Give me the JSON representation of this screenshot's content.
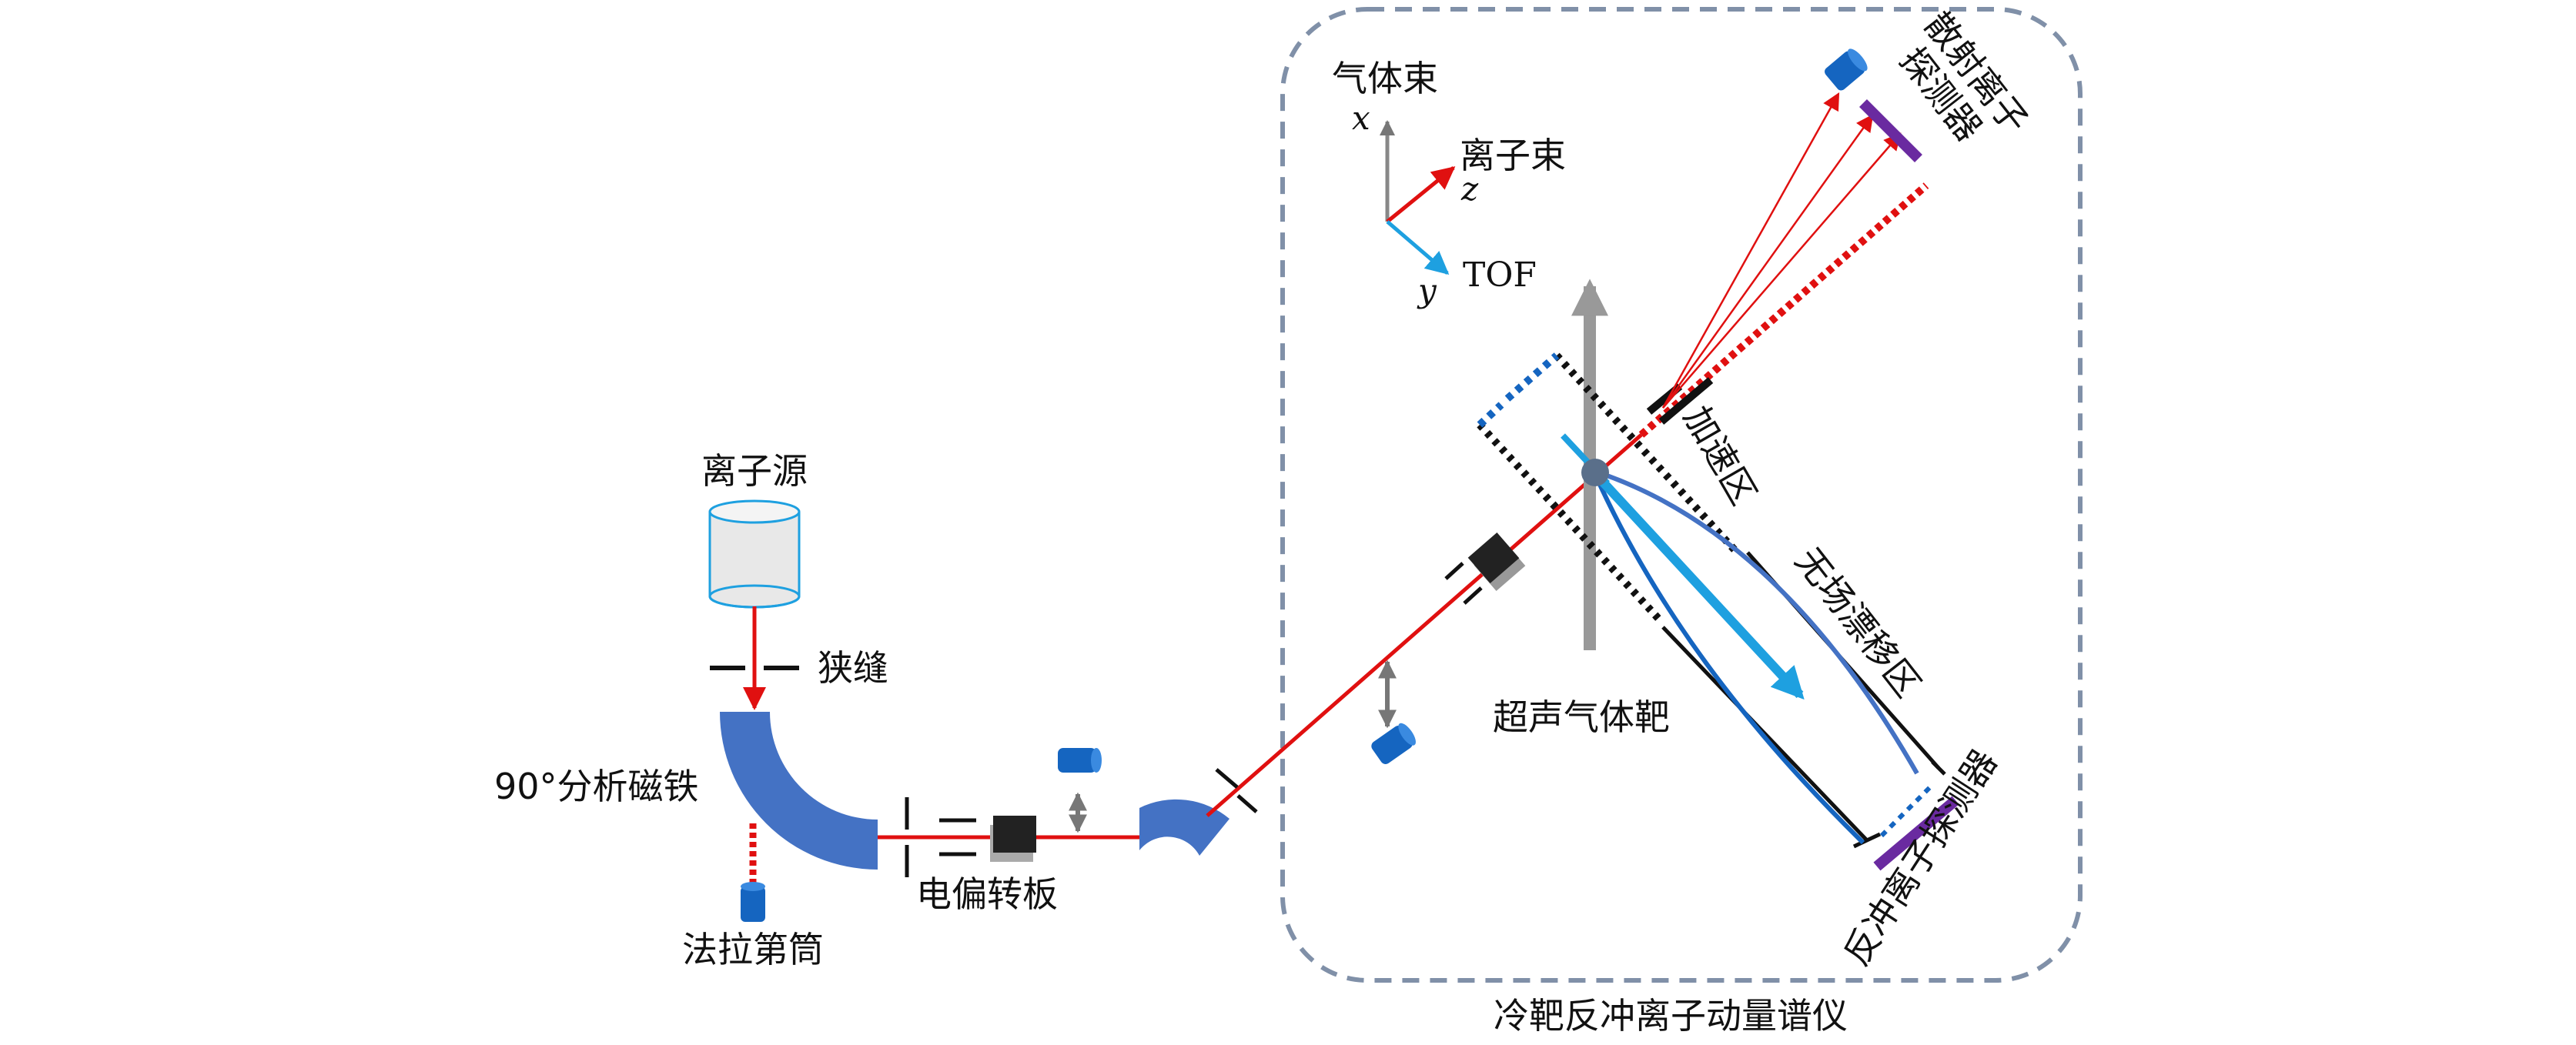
{
  "labels": {
    "ion_source": "离子源",
    "slit": "狭缝",
    "analyzing_magnet": "90°分析磁铁",
    "faraday_cup": "法拉第筒",
    "deflector": "电偏转板",
    "gas_beam": "气体束",
    "ion_beam": "离子束",
    "tof": "TOF",
    "axis_x": "x",
    "axis_z": "z",
    "axis_y": "y",
    "acceleration_region": "加速区",
    "drift_region": "无场漂移区",
    "gas_target": "超声气体靶",
    "scattered_detector_line1": "散射离子",
    "scattered_detector_line2": "探测器",
    "recoil_detector": "反冲离子探测器",
    "coltrims": "冷靶反冲离子动量谱仪"
  },
  "colors": {
    "ion_beam": "#e01010",
    "magnet": "#4472c4",
    "cyan": "#1ea0e0",
    "detector": "#6a2aa0",
    "grey": "#999999",
    "dashed_frame": "#8090a8",
    "detector_cup": "#1565c0",
    "black": "#111111"
  }
}
